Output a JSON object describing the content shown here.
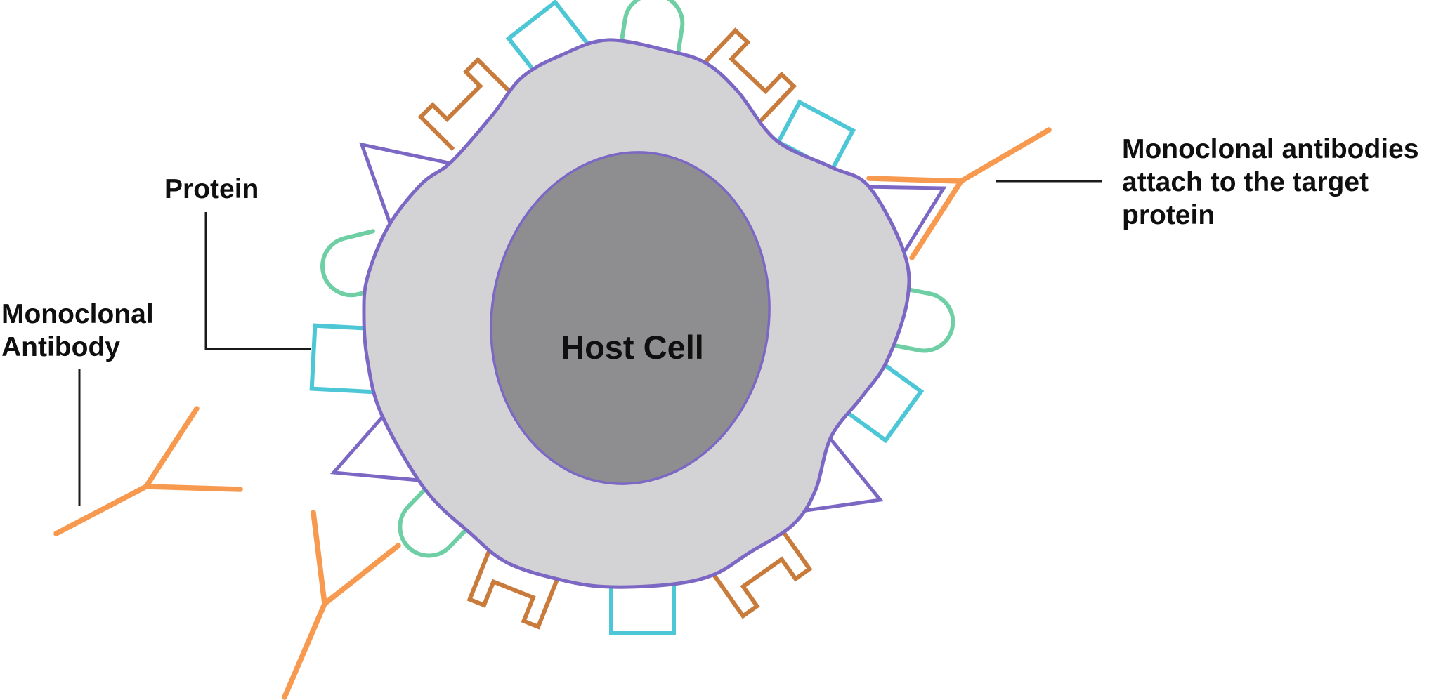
{
  "diagram": {
    "labels": {
      "host_cell": "Host Cell",
      "protein": "Protein",
      "monoclonal_antibody_line1": "Monoclonal",
      "monoclonal_antibody_line2": "Antibody",
      "annotation_line1": "Monoclonal antibodies",
      "annotation_line2": "attach to the target",
      "annotation_line3": "protein"
    },
    "colors": {
      "membrane": "#7c67c5",
      "cell_fill": "#d3d3d5",
      "nucleus_fill": "#8e8e90",
      "square_protein": "#4dc7d6",
      "dome_protein": "#6fcfa4",
      "receptor_protein": "#c97b3c",
      "antibody": "#f7994e",
      "text": "#0f0f0f"
    },
    "elements": {
      "square_proteins": 5,
      "receptor_proteins": 4,
      "triangle_proteins": 4,
      "dome_proteins": 4,
      "antibodies": 3
    }
  }
}
